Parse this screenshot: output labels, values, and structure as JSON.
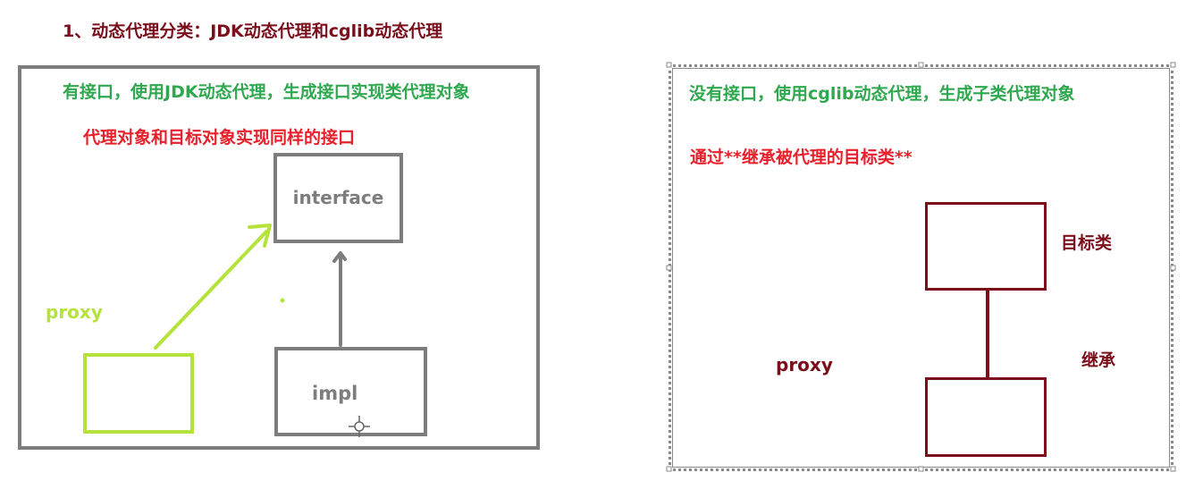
{
  "title": "1、动态代理分类：JDK动态代理和cglib动态代理",
  "left_panel": {
    "green_text": "有接口，使用JDK动态代理，生成接口实现类代理对象",
    "red_text": "代理对象和目标对象实现同样的接口",
    "interface_label": "interface",
    "impl_label": "impl",
    "proxy_label": "proxy"
  },
  "right_panel": {
    "green_text": "没有接口，使用cglib动态代理，生成子类代理对象",
    "red_text": "通过**继承被代理的目标类**",
    "target_label": "目标类",
    "inherit_label": "继承",
    "proxy_label": "proxy"
  },
  "colors": {
    "title": "#7a0e1a",
    "green_text": "#2fa84f",
    "red_text": "#e8202b",
    "gray": "#7d7d7d",
    "lime": "#b6e23c",
    "maroon": "#7a0e1a"
  }
}
